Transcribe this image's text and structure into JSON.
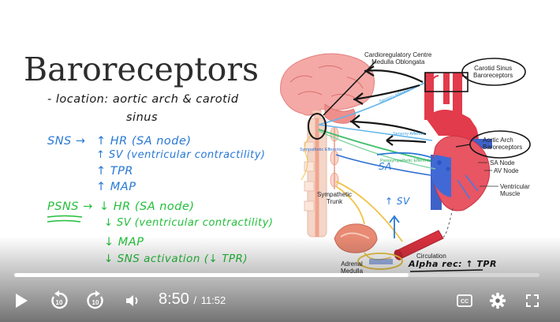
{
  "slide": {
    "title": "Baroreceptors",
    "notes": {
      "location_line1": "- location: aortic arch & carotid",
      "location_line2": "sinus",
      "sns_header": "SNS →",
      "sns_items": [
        "↑ HR (SA node)",
        "↑ SV (ventricular contractility)",
        "↑ TPR",
        "↑ MAP"
      ],
      "psns_header": "PSNS →",
      "psns_items": [
        "↓ HR (SA node)",
        "↓ SV (ventricular contractility)",
        "↓ MAP",
        "↓ SNS activation (↓ TPR)"
      ]
    },
    "diagram": {
      "labels": {
        "cardioregulatory_1": "Cardioregulatory Centre",
        "cardioregulatory_2": "Medulla Oblongata",
        "carotid_1": "Carotid Sinus",
        "carotid_2": "Baroreceptors",
        "aortic_1": "Aortic Arch",
        "aortic_2": "Baroreceptors",
        "sa_node": "SA Node",
        "av_node": "AV Node",
        "ventricular_1": "Ventricular",
        "ventricular_2": "Muscle",
        "sympathetic_1": "Sympathetic",
        "sympathetic_2": "Trunk",
        "adrenal_1": "Adrenal",
        "adrenal_2": "Medulla",
        "circulation": "Circulation",
        "sympathetic_efferents": "Sympathetic Efferents",
        "sensory_afferent_1": "Sensory Afferent",
        "sensory_afferent_2": "Sensory Afferent",
        "parasympathetic_efferents": "Parasympathetic Efferents"
      },
      "annotations": {
        "sa": "SA",
        "up_sv": "↑ SV",
        "alpha_rec": "Alpha rec: ↑ TPR"
      }
    }
  },
  "player": {
    "progress_fraction": 0.751,
    "current_time": "8:50",
    "separator": "/",
    "duration": "11:52",
    "colors": {
      "accent": "#ffffff",
      "track": "rgba(255,255,255,0.35)"
    },
    "icons": {
      "play": "play-icon",
      "rewind": "rewind-10-icon",
      "forward": "forward-10-icon",
      "volume": "volume-icon",
      "captions": "captions-icon",
      "settings": "gear-icon",
      "fullscreen": "fullscreen-icon"
    },
    "rewind_label": "10",
    "forward_label": "10",
    "captions_label": "CC"
  }
}
